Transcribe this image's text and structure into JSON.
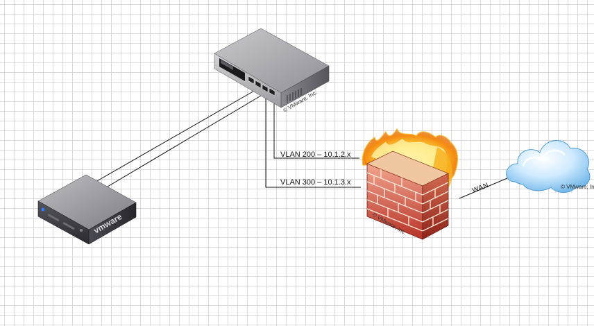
{
  "links": {
    "vlan200_label": "VLAN 200 – 10.1.2.x",
    "vlan300_label": "VLAN 300 – 10.1.3.x",
    "wan_label": "WAN"
  },
  "devices": {
    "switch_copyright": "© VMware, Inc.",
    "server_brand": "vmware",
    "firewall_copyright": "© VMware, Inc.",
    "cloud_copyright": "© VMware, Inc."
  },
  "colors": {
    "device_top": "#a9a9ae",
    "device_side": "#3b3b40",
    "brick": "#b8342a",
    "flame": "#f6a21a",
    "cloud": "#8fcbf0"
  }
}
